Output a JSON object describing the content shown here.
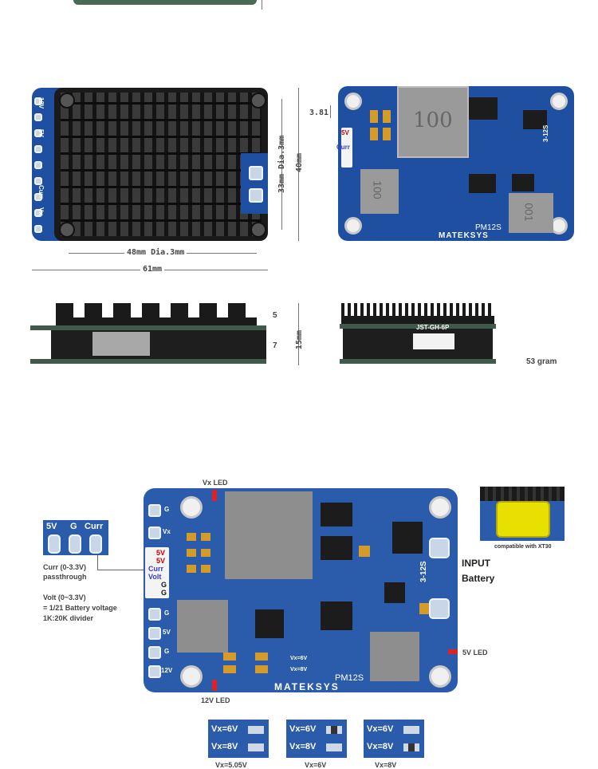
{
  "dimensions": {
    "height_40": "40mm",
    "height_33": "33mm Dia.3mm",
    "width_48": "48mm Dia.3mm",
    "width_61": "61mm",
    "offset_381": "3.81",
    "side_5": "5",
    "side_7": "7",
    "side_15": "15mm"
  },
  "board": {
    "brand": "MATEKSYS",
    "model": "PM12S",
    "range": "3-12S",
    "inductor_100": "100",
    "inductor_101": "100",
    "inductor_102": "001",
    "connector": "JST-GH-6P",
    "side_pins": [
      "12V",
      "G",
      "5V",
      "G",
      "5V",
      "G",
      "Curr",
      "Vx",
      "G"
    ],
    "right_pins": [
      "G",
      "Vx",
      "G",
      "5V",
      "G",
      "12V"
    ],
    "header_pins": [
      "5V",
      "5V",
      "Curr",
      "Volt",
      "G",
      "G"
    ],
    "vx6": "Vx=6V",
    "vx8": "Vx=8V"
  },
  "weight": "53 gram",
  "diagram": {
    "vx_led": "Vx LED",
    "led_12v": "12V LED",
    "led_5v": "5V LED",
    "input": "INPUT",
    "battery": "Battery",
    "xt30": "compatible with XT30",
    "conn_labels": [
      "5V",
      "G",
      "Curr"
    ],
    "curr_note_1": "Curr (0-3.3V)",
    "curr_note_2": "passthrough",
    "volt_note_1": "Volt (0~3.3V)",
    "volt_note_2": "= 1/21 Battery voltage",
    "volt_note_3": "1K:20K divider"
  },
  "jumpers": [
    {
      "top": "Vx=6V",
      "bottom": "Vx=8V",
      "caption": "Vx=5.05V"
    },
    {
      "top": "Vx=6V",
      "bottom": "Vx=8V",
      "caption": "Vx=6V"
    },
    {
      "top": "Vx=6V",
      "bottom": "Vx=8V",
      "caption": "Vx=8V"
    }
  ],
  "colors": {
    "pcb": "#1e4fa0",
    "heatsink": "#1a1a1a",
    "copper": "#d49a2a"
  }
}
